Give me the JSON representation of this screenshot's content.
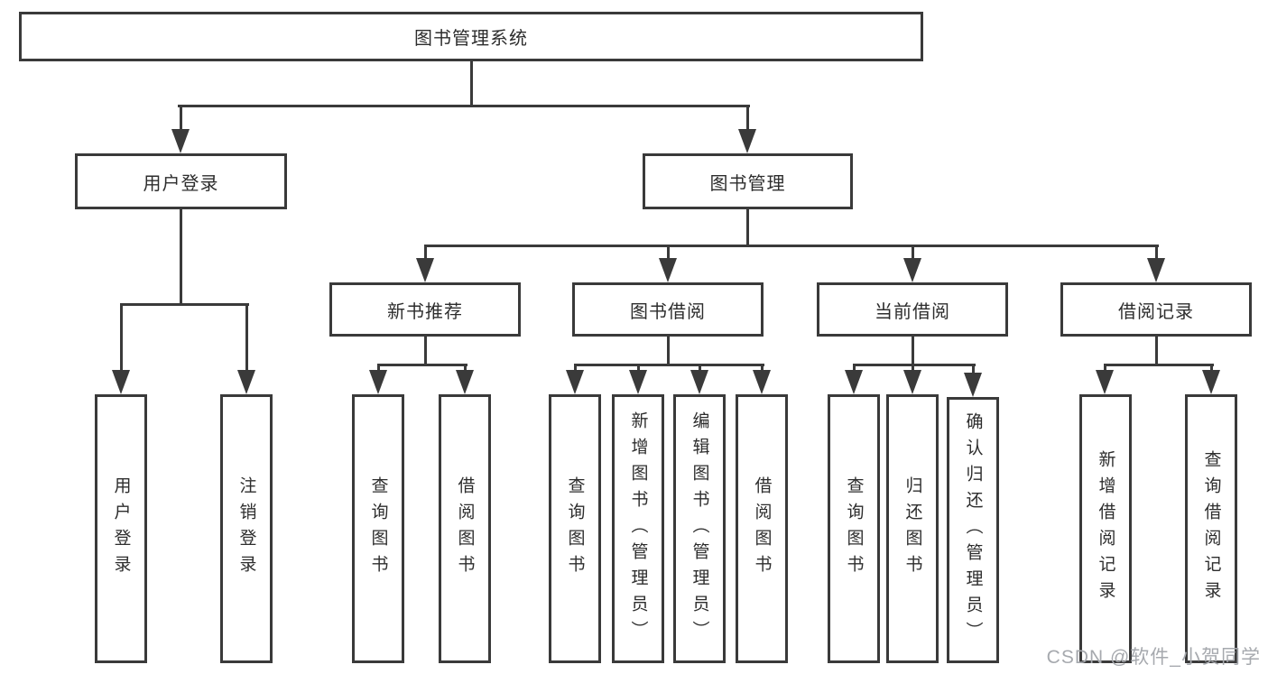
{
  "diagram": {
    "root": "图书管理系统",
    "branches": [
      {
        "label": "用户登录"
      },
      {
        "label": "图书管理"
      }
    ],
    "modules": [
      {
        "label": "新书推荐"
      },
      {
        "label": "图书借阅"
      },
      {
        "label": "当前借阅"
      },
      {
        "label": "借阅记录"
      }
    ],
    "functions": [
      {
        "label": "用户登录"
      },
      {
        "label": "注销登录"
      },
      {
        "label": "查询图书"
      },
      {
        "label": "借阅图书"
      },
      {
        "label": "查询图书"
      },
      {
        "label": "新增图书（管理员）"
      },
      {
        "label": "编辑图书（管理员）"
      },
      {
        "label": "借阅图书"
      },
      {
        "label": "查询图书"
      },
      {
        "label": "归还图书"
      },
      {
        "label": "确认归还（管理员）"
      },
      {
        "label": "新增借阅记录"
      },
      {
        "label": "查询借阅记录"
      }
    ],
    "watermark": "CSDN @软件_小贺同学",
    "colors": {
      "line": "#3a3a3a",
      "text": "#2d2d2d",
      "watermark": "#a6a9ae",
      "background": "#ffffff"
    }
  }
}
